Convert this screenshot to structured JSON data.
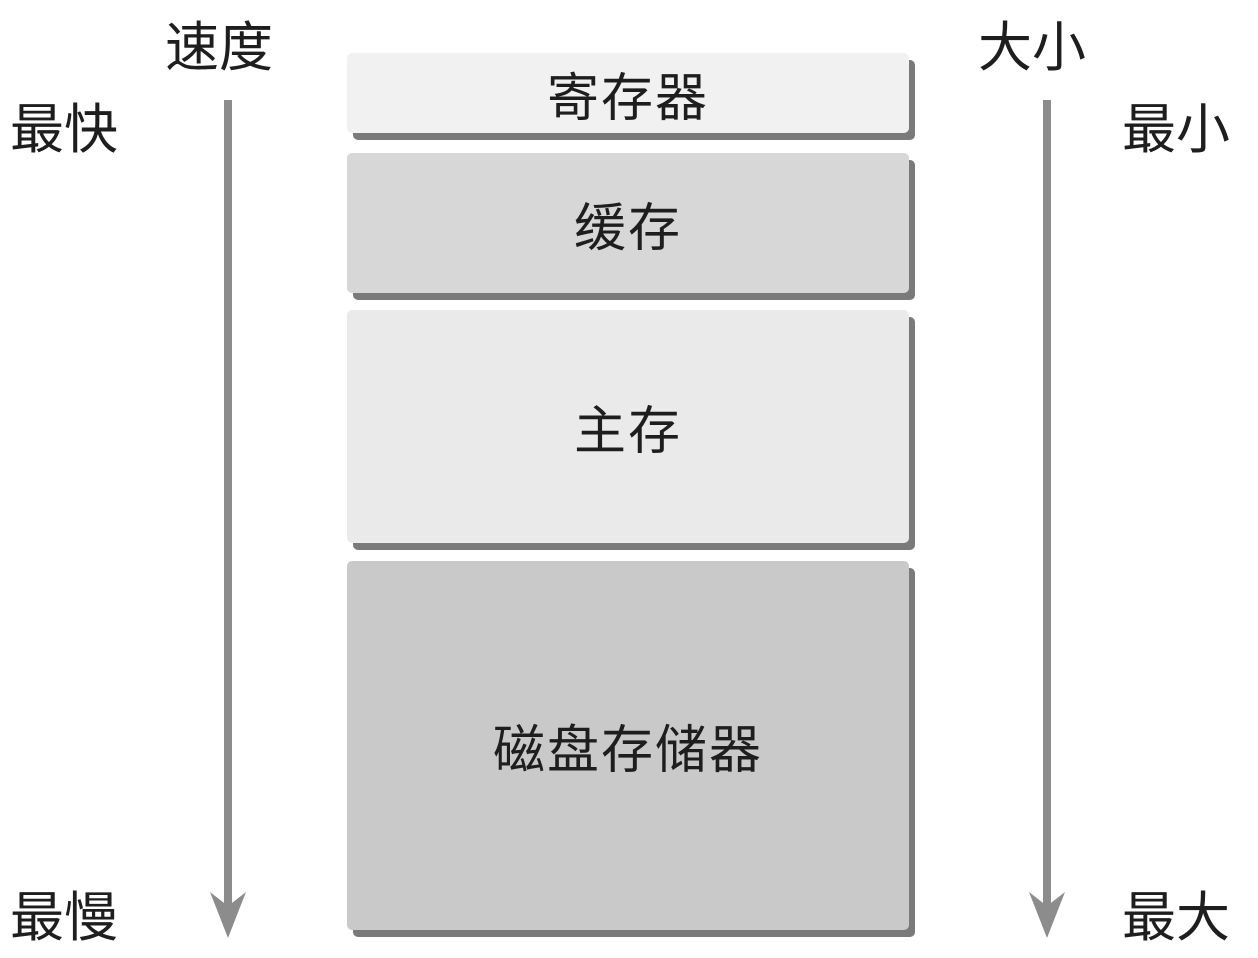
{
  "labels": {
    "speed": "速度",
    "fastest": "最快",
    "slowest": "最慢",
    "size": "大小",
    "smallest": "最小",
    "largest": "最大"
  },
  "blocks": [
    {
      "label": "寄存器"
    },
    {
      "label": "缓存"
    },
    {
      "label": "主存"
    },
    {
      "label": "磁盘存储器"
    }
  ],
  "colors": {
    "arrow": "#8c8c8c",
    "registers_fill": "#f1f1f1",
    "cache_fill": "#d7d7d7",
    "main_fill": "#eaeaea",
    "disk_fill": "#c9c9c9",
    "shadow": "#7a7a7a"
  },
  "icons": {
    "left_arrow": "arrow-down-icon",
    "right_arrow": "arrow-down-icon"
  }
}
